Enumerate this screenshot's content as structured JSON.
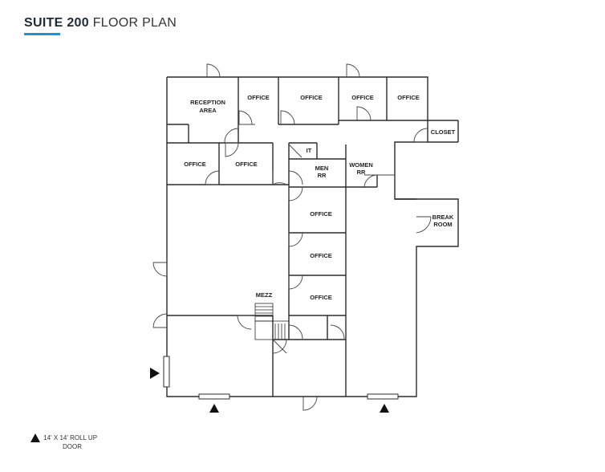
{
  "title": {
    "bold": "SUITE 200",
    "rest": "FLOOR PLAN"
  },
  "accent_color": "#2a8fd0",
  "rooms": {
    "reception": [
      "RECEPTION",
      "AREA"
    ],
    "office": "OFFICE",
    "closet": "CLOSET",
    "it": "IT",
    "men": [
      "MEN",
      "RR"
    ],
    "women": [
      "WOMEN",
      "RR"
    ],
    "break": [
      "BREAK",
      "ROOM"
    ],
    "mezz": "MEZZ"
  },
  "legend": {
    "line1": "14' X 14' ROLL UP",
    "line2": "DOOR",
    "icon": "triangle-up-icon"
  }
}
